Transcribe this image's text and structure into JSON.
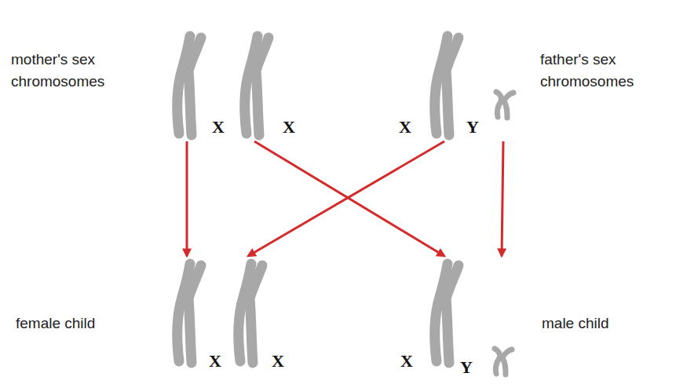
{
  "diagram": {
    "nodes": [
      {
        "text": [
          "X"
        ]
      },
      {
        "text": [
          "X"
        ]
      },
      {
        "text": [
          "X"
        ]
      },
      {
        "text": [
          "Y"
        ]
      },
      {
        "text": [
          "X"
        ]
      },
      {
        "text": [
          "X"
        ]
      },
      {
        "text": [
          "X"
        ]
      },
      {
        "text": [
          "Y"
        ]
      }
    ],
    "edges": [
      {
        "from": 0,
        "to": 4,
        "arrow": "to"
      },
      {
        "from": 1,
        "to": 6,
        "arrow": "to"
      },
      {
        "from": 2,
        "to": 5,
        "arrow": "to"
      },
      {
        "from": 3,
        "to": 7,
        "arrow": "to"
      }
    ],
    "labels": [
      "mother's sex chromosomes",
      "father's sex chromosomes",
      "female child",
      "male child"
    ]
  }
}
